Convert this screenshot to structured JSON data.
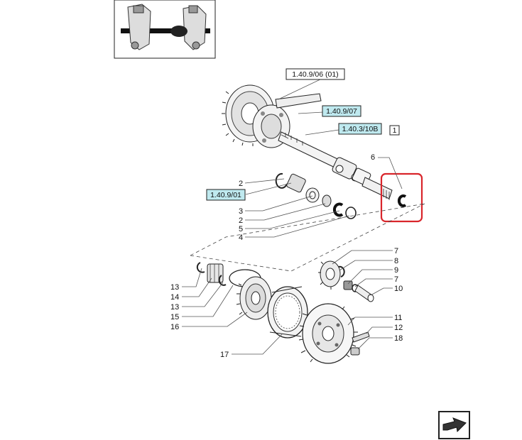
{
  "references": [
    {
      "label": "1.40.9/06 (01)",
      "style": "plain"
    },
    {
      "label": "1.40.9/07",
      "style": "linked"
    },
    {
      "label": "1.40.3/10B",
      "style": "linked"
    },
    {
      "label": "1",
      "style": "plain"
    },
    {
      "label": "1.40.9/01",
      "style": "linked"
    }
  ],
  "callouts": [
    "6",
    "2",
    "3",
    "2",
    "5",
    "4",
    "7",
    "8",
    "9",
    "7",
    "10",
    "13",
    "14",
    "13",
    "15",
    "16",
    "17",
    "11",
    "12",
    "18"
  ],
  "colors": {
    "highlight": "#d9252b",
    "link_fill": "#bfe9ef",
    "line": "#555555"
  },
  "icons": {
    "overview": "axle-overview-thumbnail",
    "next": "next-page-arrow-icon"
  }
}
